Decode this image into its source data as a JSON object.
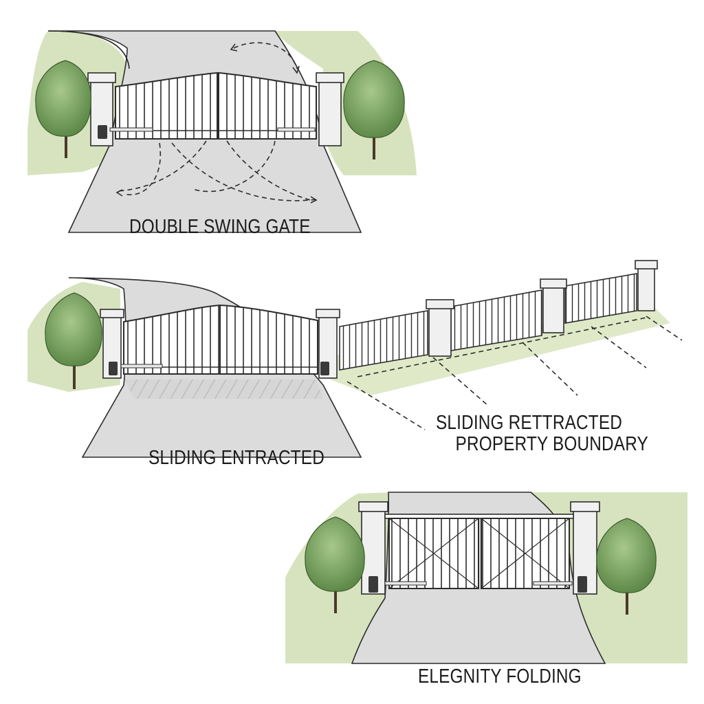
{
  "labels": {
    "swing": "DOUBLE SWING GATE",
    "sliding": "SLIDING ENTRACTED",
    "boundary_line1": "SLIDING RETTRACTED",
    "boundary_line2": "PROPERTY BOUNDARY",
    "folding": "ELEGNITY FOLDING"
  },
  "colors": {
    "grass": "#d7e3be",
    "driveway": "#dcdcdc",
    "outline": "#2c2c2c",
    "pillar": "#f0f0f0",
    "tree_leaf": "#7fa662",
    "tree_trunk": "#4a3a2a"
  }
}
